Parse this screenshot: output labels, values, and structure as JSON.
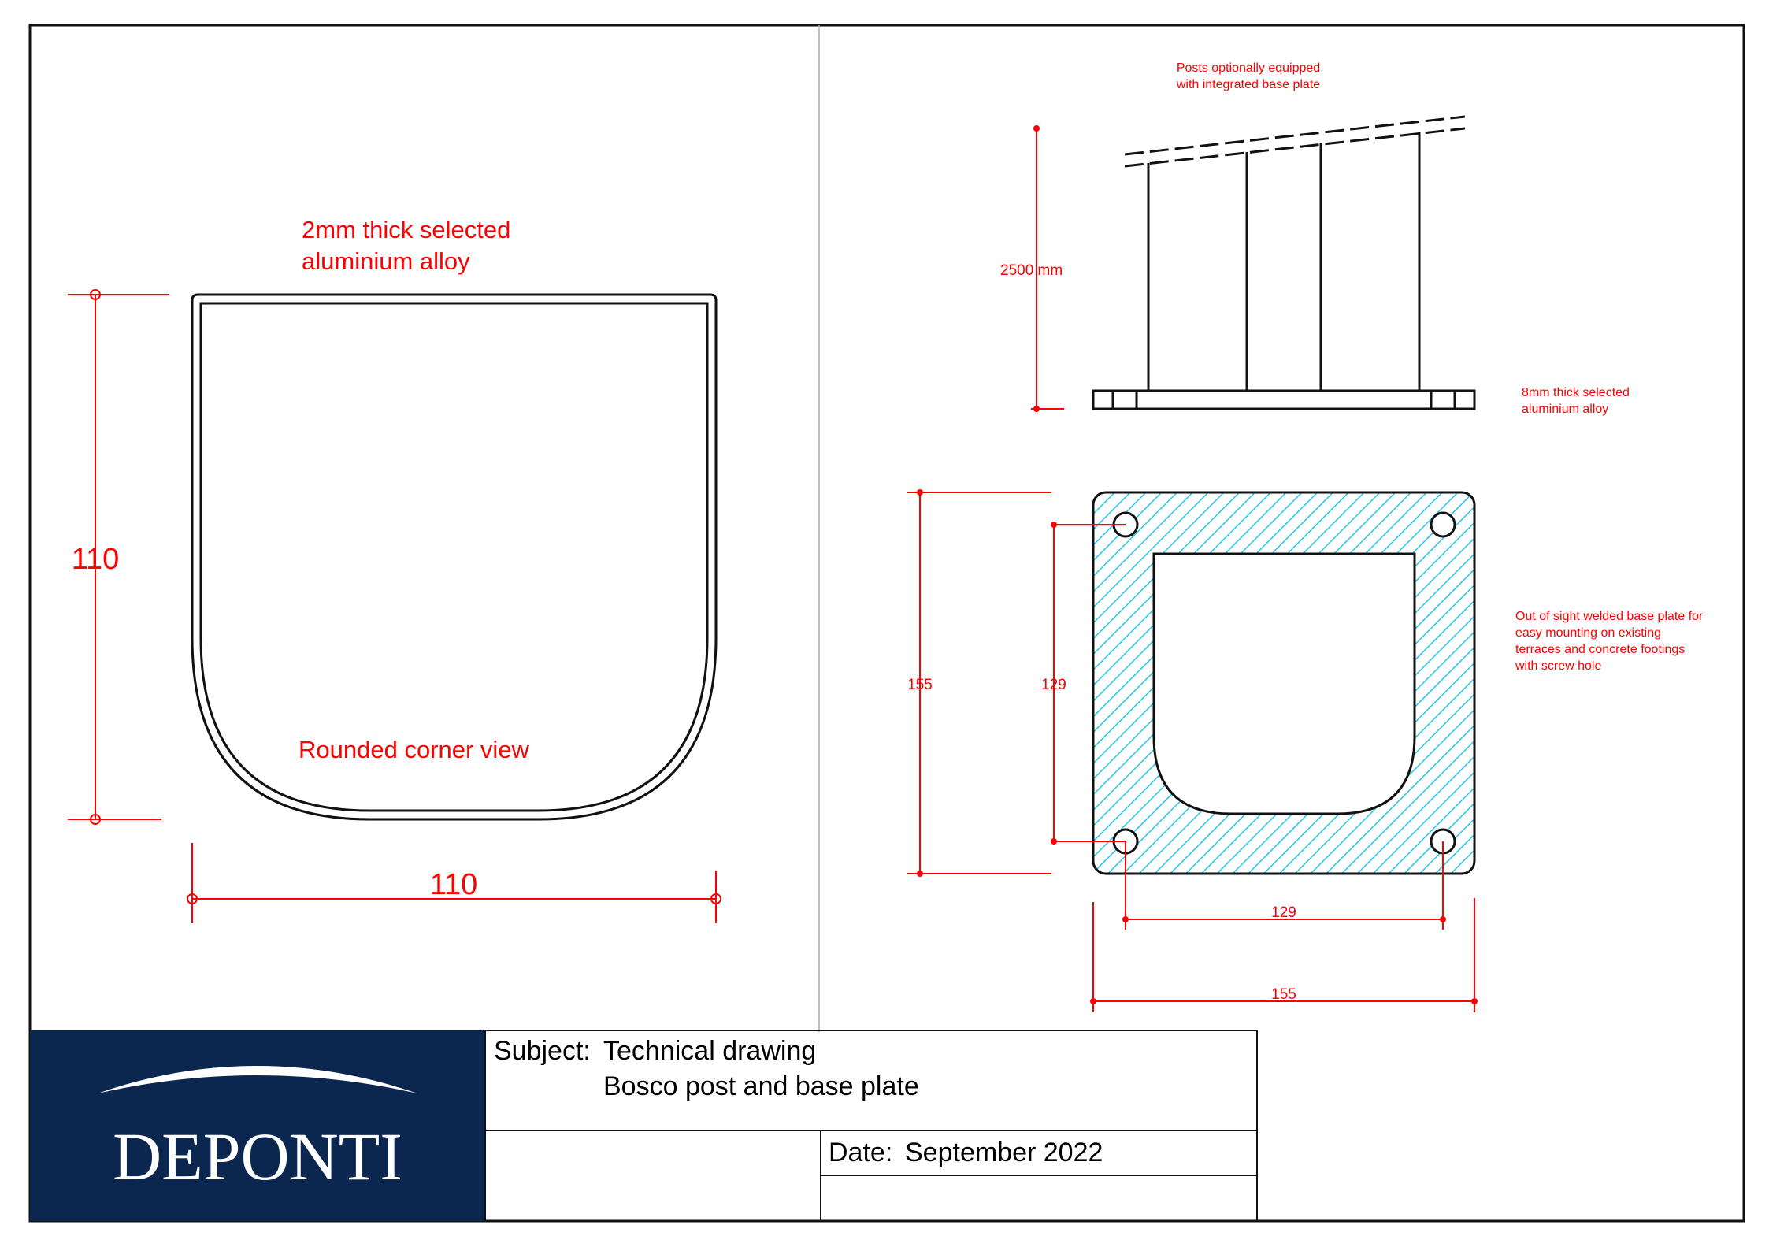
{
  "colors": {
    "dimension": "#ff0000",
    "outline": "#111111",
    "hatch": "#22c8e8",
    "brand": "#0b2750",
    "logo_text": "#ffffff"
  },
  "left_view": {
    "wall_note_line1": "2mm thick selected",
    "wall_note_line2": "aluminium alloy",
    "height_dim": "110",
    "width_dim": "110",
    "corner_note": "Rounded corner view"
  },
  "side_view": {
    "top_note_line1": "Posts optionally equipped",
    "top_note_line2": "with integrated base plate",
    "height_dim": "2500 mm",
    "plate_note_line1": "8mm thick selected",
    "plate_note_line2": "aluminium alloy"
  },
  "plate_view": {
    "outer_height_dim": "155",
    "hole_height_dim": "129",
    "hole_width_dim": "129",
    "outer_width_dim": "155",
    "note_line1": "Out of sight welded base plate for",
    "note_line2": "easy mounting on existing",
    "note_line3": "terraces and concrete footings",
    "note_line4": "with screw hole"
  },
  "title_block": {
    "logo": "DEPONTI",
    "subject_label": "Subject:",
    "subject_line1": "Technical drawing",
    "subject_line2": "Bosco post and base plate",
    "date_label": "Date:",
    "date_value": "September 2022"
  }
}
